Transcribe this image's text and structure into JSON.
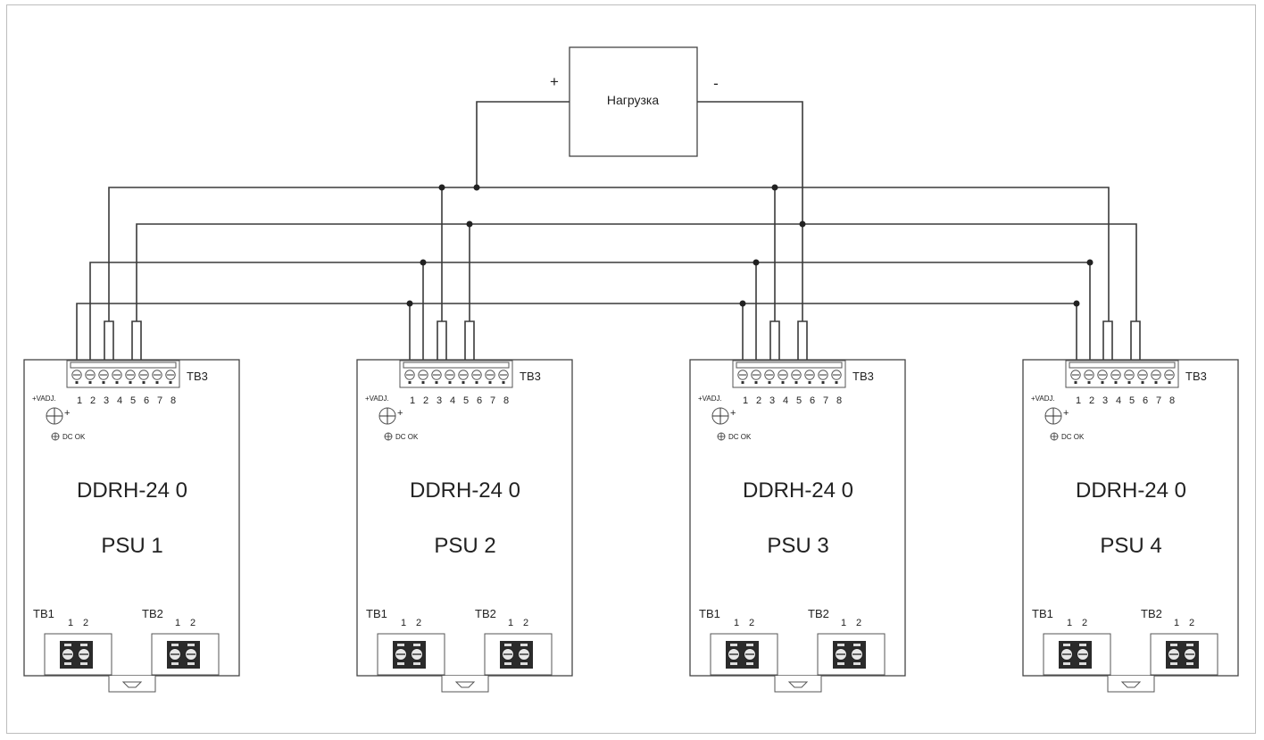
{
  "load": {
    "label": "Нагрузка",
    "plus": "+",
    "minus": "-"
  },
  "psus": [
    {
      "model": "DDRH-24 0",
      "name": "PSU 1"
    },
    {
      "model": "DDRH-24 0",
      "name": "PSU 2"
    },
    {
      "model": "DDRH-24 0",
      "name": "PSU 3"
    },
    {
      "model": "DDRH-24 0",
      "name": "PSU 4"
    }
  ],
  "labels": {
    "tb1": "TB1",
    "tb2": "TB2",
    "tb3": "TB3",
    "tb3_pins": [
      "1",
      "2",
      "3",
      "4",
      "5",
      "6",
      "7",
      "8"
    ],
    "tb12_pins": [
      "1",
      "2"
    ],
    "vadj": "+VADJ.",
    "vadj_plus": "+",
    "dcok": "DC OK"
  }
}
